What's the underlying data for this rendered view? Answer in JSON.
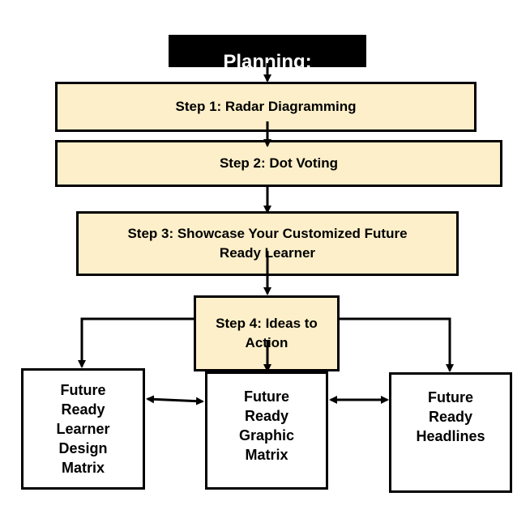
{
  "title": "Planning:",
  "steps": [
    {
      "label": "Step 1: Radar Diagramming"
    },
    {
      "label": "Step 2: Dot Voting"
    },
    {
      "label": "Step 3: Showcase Your Customized Future\nReady Learner"
    },
    {
      "label": "Step 4: Ideas to\nAction"
    }
  ],
  "outputs": [
    {
      "label": "Future\nReady\nLearner\nDesign\nMatrix"
    },
    {
      "label": "Future\nReady\nGraphic\nMatrix"
    },
    {
      "label": "Future\nReady\nHeadlines"
    }
  ],
  "colors": {
    "step_fill": "#fcefc9",
    "title_fill": "#000000",
    "line": "#000000"
  }
}
